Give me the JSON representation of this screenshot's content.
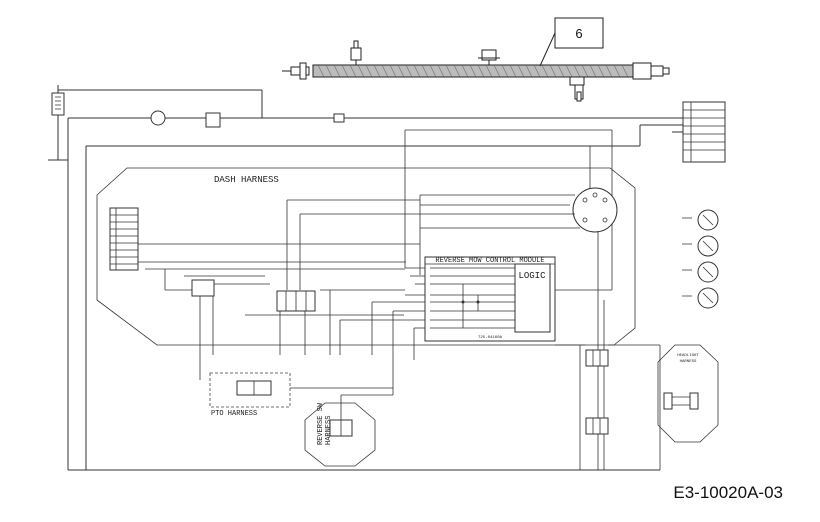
{
  "callout_number": "6",
  "harness_labels": {
    "dash_harness": "DASH HARNESS",
    "pto_harness": "PTO HARNESS",
    "reverse_sw_harness_line1": "REVERSE SW",
    "reverse_sw_harness_line2": "HARNESS",
    "headlight_harness_line1": "HEADLIGHT",
    "headlight_harness_line2": "HARNESS"
  },
  "module": {
    "title": "REVERSE MOW CONTROL MODULE",
    "logic_label": "LOGIC",
    "part_number": "725-04160A"
  },
  "diagram_code": "E3-10020A-03",
  "colors": {
    "line": "#333333",
    "background": "#ffffff"
  }
}
